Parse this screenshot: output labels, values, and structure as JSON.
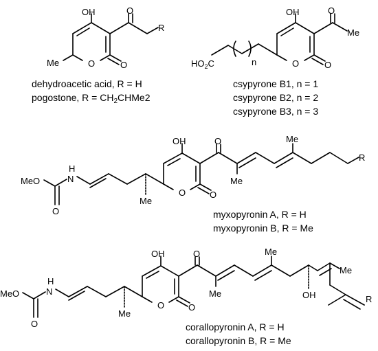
{
  "atoms": {
    "oh": "OH",
    "o": "O",
    "me": "Me",
    "r": "R",
    "n": "n",
    "ho2c": "HO2C",
    "meo": "MeO",
    "nh": "H\nN",
    "n_letter": "N",
    "h_letter": "H"
  },
  "captions": {
    "dha": "dehydroacetic acid, R = H",
    "pogostone": "pogostone, R = CH2CHMe2",
    "csy_b1": "csypyrone B1, n = 1",
    "csy_b2": "csypyrone B2, n = 2",
    "csy_b3": "csypyrone B3, n = 3",
    "myxo_a": "myxopyronin A, R = H",
    "myxo_b": "myxopyronin B, R = Me",
    "cor_a": "corallopyronin A, R = H",
    "cor_b": "corallopyronin B, R = Me"
  }
}
